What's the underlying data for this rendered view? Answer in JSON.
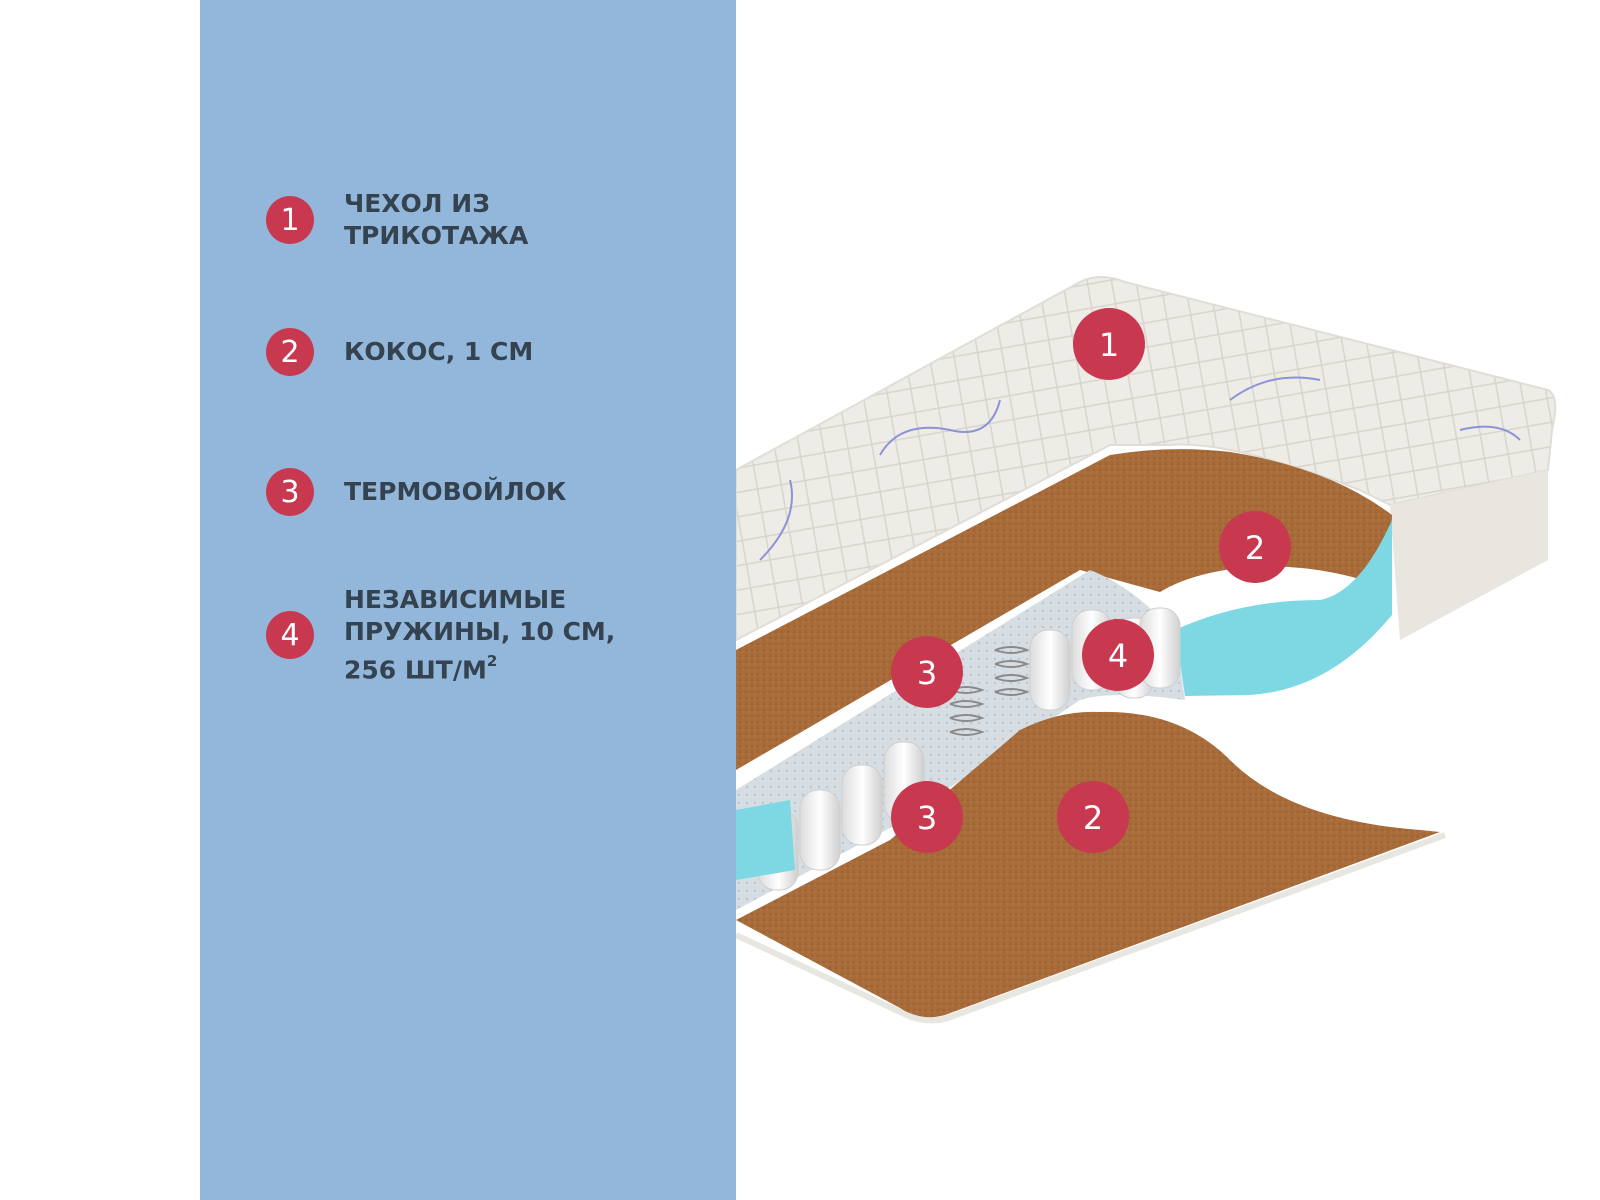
{
  "accent_color": "#c8384f",
  "panel_color": "#93b7da",
  "text_color": "#34434f",
  "legend": [
    {
      "number": "1",
      "line1": "ЧЕХОЛ ИЗ",
      "line2": "ТРИКОТАЖА",
      "line3": ""
    },
    {
      "number": "2",
      "line1": "КОКОС, 1 СМ",
      "line2": "",
      "line3": ""
    },
    {
      "number": "3",
      "line1": "ТЕРМОВОЙЛОК",
      "line2": "",
      "line3": ""
    },
    {
      "number": "4",
      "line1": "НЕЗАВИСИМЫЕ",
      "line2": "ПРУЖИНЫ, 10 СМ,",
      "line3": "256 ШТ/М",
      "line3_sup": "2"
    }
  ],
  "callouts": {
    "cover": "1",
    "coconut_top": "2",
    "felt_top": "3",
    "springs": "4",
    "felt_bottom": "3",
    "coconut_bottom": "2"
  }
}
